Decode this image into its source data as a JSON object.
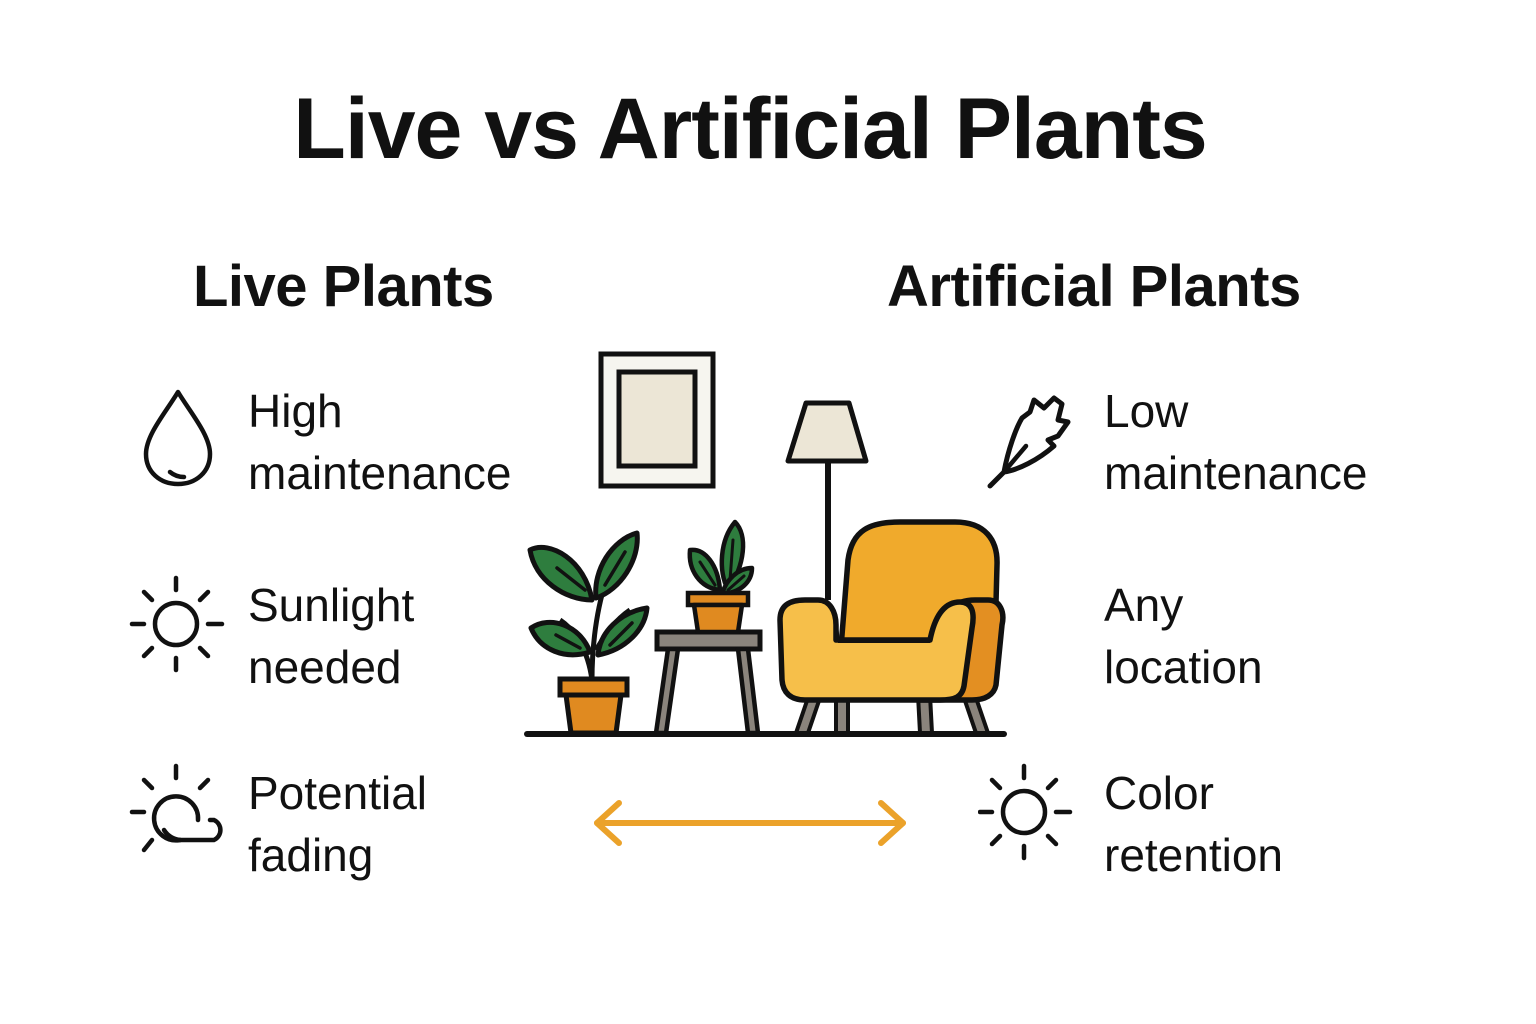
{
  "title": "Live vs Artificial Plants",
  "columns": {
    "live": {
      "heading": "Live Plants",
      "items": [
        {
          "icon": "water-drop-icon",
          "line1": "High",
          "line2": "maintenance"
        },
        {
          "icon": "sun-icon",
          "line1": "Sunlight",
          "line2": "needed"
        },
        {
          "icon": "sun-cloud-icon",
          "line1": "Potential",
          "line2": "fading"
        }
      ]
    },
    "artificial": {
      "heading": "Artificial Plants",
      "items": [
        {
          "icon": "leaf-icon",
          "line1": "Low",
          "line2": "maintenance"
        },
        {
          "icon": "none",
          "line1": "Any",
          "line2": "location"
        },
        {
          "icon": "sun-icon",
          "line1": "Color",
          "line2": "retention"
        }
      ]
    }
  },
  "illustration": {
    "description": "Living room scene with picture frame, potted plants, side table, floor lamp and armchair",
    "colors": {
      "leaf_green": "#2e7d3e",
      "pot_orange": "#e08a20",
      "chair_yellow": "#f4b63a",
      "chair_shade": "#e38f22",
      "table_gray": "#8a847c",
      "frame_cream": "#ece6d6",
      "outline": "#111111"
    }
  },
  "arrow": {
    "direction": "bidirectional",
    "color": "#eba22a"
  }
}
